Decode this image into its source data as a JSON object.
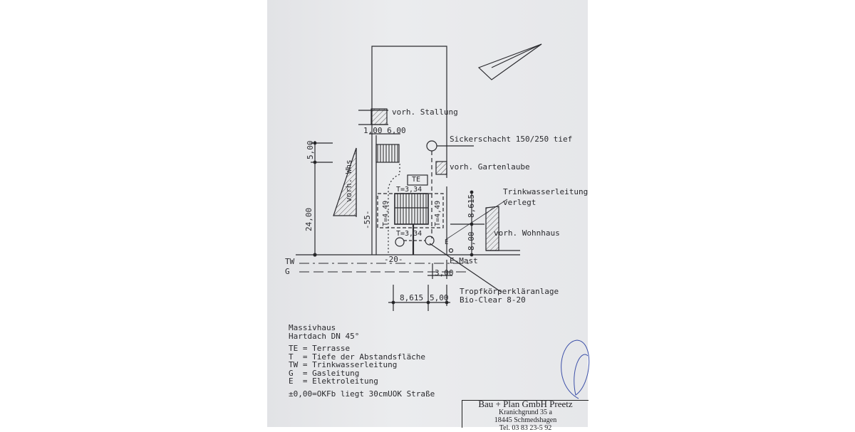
{
  "plan": {
    "labels": {
      "stallung": "vorh. Stallung",
      "dim_top": "1,00 6,00",
      "sickerschacht": "Sickerschacht 150/250 tief",
      "gartenlaube": "vorh. Gartenlaube",
      "te": "TE",
      "t_top": "T=3,34",
      "t_left": "T=4,49",
      "t_right": "T=4,49",
      "t_bottom": "T=3,34",
      "trinkwasser_1": "Trinkwasserleitung",
      "trinkwasser_2": "verlegt",
      "wohnhaus": "vorh. Wohnhaus",
      "whs": "vorh. Whs",
      "dim_5": "5,00",
      "dim_24": "24,00",
      "dim_55": "-55-",
      "dim_20": "-20-",
      "dim_8615": "8,615",
      "dim_800": "8,00",
      "e": "E",
      "e_mast": "E-Mast",
      "tw": "TW",
      "g": "G",
      "dim_300": "3,00",
      "tropf_1": "Tropfkörperkläranlage",
      "tropf_2": "Bio-Clear 8-20",
      "dim_bottom_1": "8,615",
      "dim_bottom_2": "5,00"
    }
  },
  "legend": {
    "house_type": "Massivhaus",
    "roof": "Hartdach DN 45°",
    "items": [
      "TE = Terrasse",
      "T  = Tiefe der Abstandsfläche",
      "TW = Trinkwasserleitung",
      "G  = Gasleitung",
      "E  = Elektroleitung"
    ],
    "note": "±0,00=OKFb liegt 30cmUOK Straße"
  },
  "stamp": {
    "company": "Bau + Plan GmbH Preetz",
    "street": "Kranichgrund 35 a",
    "city": "18445 Schmedshagen",
    "phone": "Tel. 03 83 23-5 92"
  },
  "colors": {
    "paper": "#e6e7ea",
    "ink": "#2a2a2e",
    "signature": "#3b4fa8"
  }
}
